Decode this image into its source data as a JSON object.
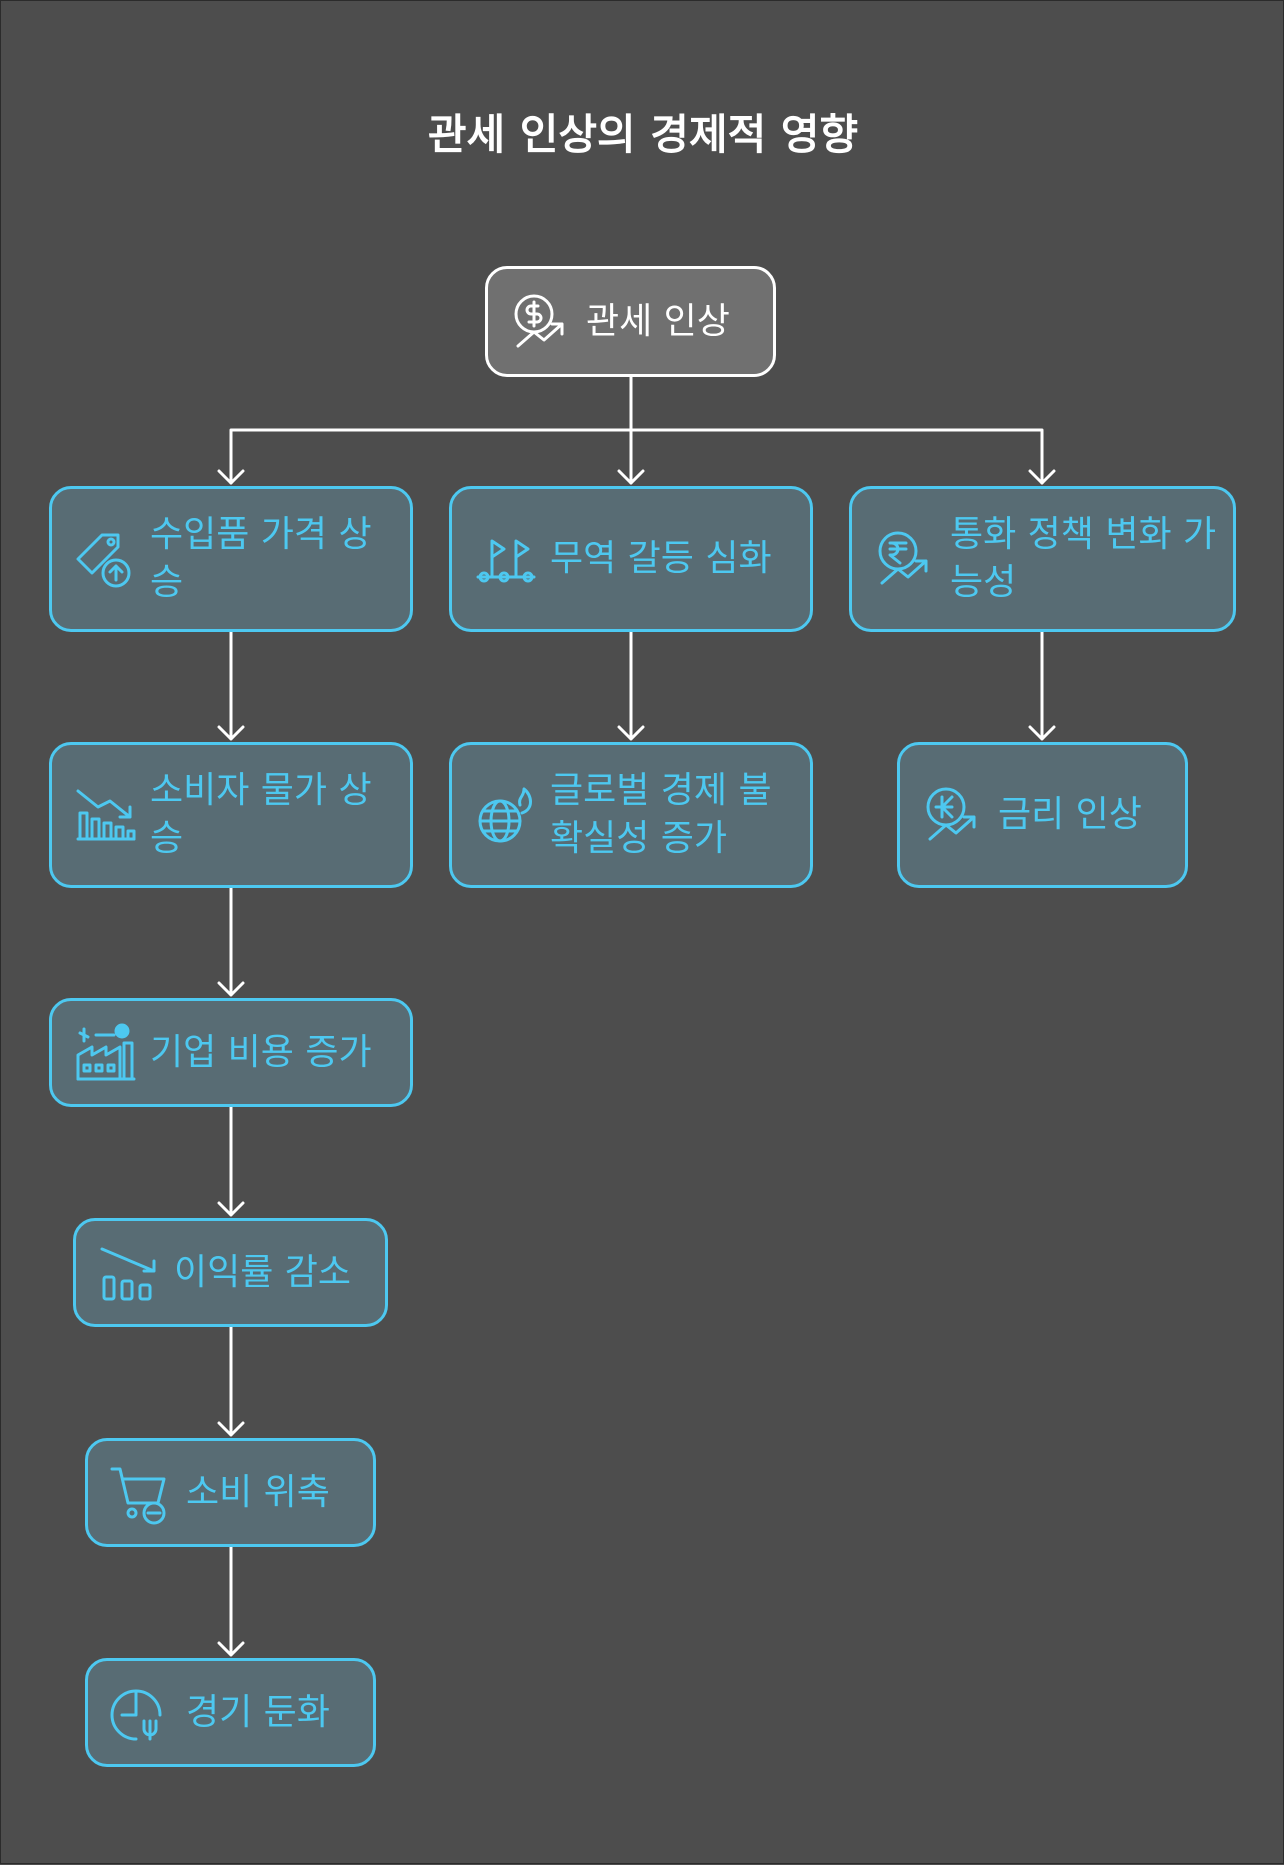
{
  "title": "관세 인상의 경제적 영향",
  "colors": {
    "background": "#4d4d4d",
    "accent": "#4dc8f0",
    "node_fill": "#586c74",
    "root_fill": "#707070",
    "edge": "#ffffff"
  },
  "nodes": {
    "root": {
      "label": "관세 인상",
      "icon": "dollar-trend-icon"
    },
    "import_price": {
      "label": "수입품 가격 상승",
      "icon": "price-tag-up-icon"
    },
    "trade_conflict": {
      "label": "무역 갈등 심화",
      "icon": "flags-icon"
    },
    "monetary_policy": {
      "label": "통화 정책 변화 가능성",
      "icon": "rupee-trend-icon"
    },
    "consumer_price": {
      "label": "소비자 물가 상승",
      "icon": "bar-chart-trend-icon"
    },
    "global_uncertainty": {
      "label": "글로벌 경제 불확실성 증가",
      "icon": "globe-fire-icon"
    },
    "interest_rate": {
      "label": "금리 인상",
      "icon": "kip-trend-icon"
    },
    "corp_cost": {
      "label": "기업 비용 증가",
      "icon": "factory-icon"
    },
    "profit_margin": {
      "label": "이익률 감소",
      "icon": "bar-chart-down-icon"
    },
    "consumption": {
      "label": "소비 위축",
      "icon": "cart-minus-icon"
    },
    "slowdown": {
      "label": "경기 둔화",
      "icon": "gauge-icon"
    }
  }
}
